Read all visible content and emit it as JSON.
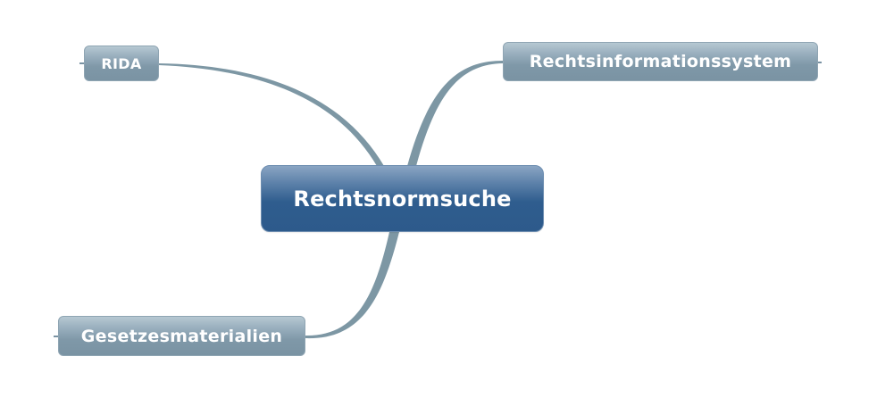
{
  "mindmap": {
    "central": {
      "label": "Rechtsnormsuche",
      "color": "#2d5a8b"
    },
    "branches": [
      {
        "id": "rida",
        "label": "RIDA",
        "side": "left",
        "position": "top"
      },
      {
        "id": "ris",
        "label": "Rechtsinformationssystem",
        "side": "right",
        "position": "top"
      },
      {
        "id": "gesetz",
        "label": "Gesetzesmaterialien",
        "side": "left",
        "position": "bottom"
      }
    ],
    "colors": {
      "branch_line": "#7d97a4",
      "subtopic_fill": "#7a93a3",
      "central_fill": "#2d5a8b",
      "text": "#ffffff",
      "background": "#ffffff"
    }
  }
}
